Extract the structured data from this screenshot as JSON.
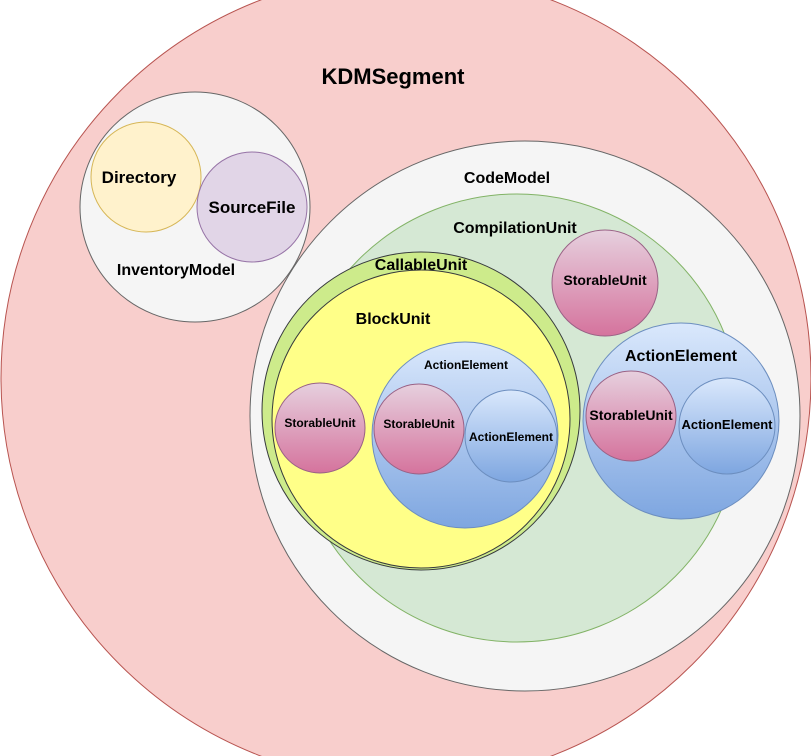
{
  "diagram": {
    "kdm_segment": {
      "label": "KDMSegment",
      "fill": "#f8cecc",
      "stroke": "#b85450"
    },
    "inventory_model": {
      "label": "InventoryModel",
      "fill": "#f5f5f5",
      "stroke": "#666666"
    },
    "directory": {
      "label": "Directory",
      "fill": "#fff2cc",
      "stroke": "#d6b656"
    },
    "source_file": {
      "label": "SourceFile",
      "fill": "#e1d5e7",
      "stroke": "#9673a6"
    },
    "code_model": {
      "label": "CodeModel",
      "fill": "#f5f5f5",
      "stroke": "#666666"
    },
    "compilation_unit": {
      "label": "CompilationUnit",
      "fill": "#d5e8d4",
      "stroke": "#82b366"
    },
    "storable_unit_top": {
      "label": "StorableUnit"
    },
    "callable_unit": {
      "label": "CallableUnit",
      "fill": "#cdeb8b",
      "stroke": "#36393d"
    },
    "block_unit": {
      "label": "BlockUnit",
      "fill": "#ffff88",
      "stroke": "#36393d"
    },
    "storable_unit_block": {
      "label": "StorableUnit"
    },
    "action_element_inner": {
      "label": "ActionElement"
    },
    "action_element_inner_storable": {
      "label": "StorableUnit"
    },
    "action_element_inner_action": {
      "label": "ActionElement"
    },
    "action_element_right": {
      "label": "ActionElement"
    },
    "action_element_right_storable": {
      "label": "StorableUnit"
    },
    "action_element_right_action": {
      "label": "ActionElement"
    },
    "colors": {
      "pink_top": "#e6d0de",
      "pink_bottom": "#d5739d",
      "pink_stroke": "#996185",
      "blue_top": "#dae8fc",
      "blue_bottom": "#7ea6e0",
      "blue_stroke": "#6c8ebf"
    }
  }
}
